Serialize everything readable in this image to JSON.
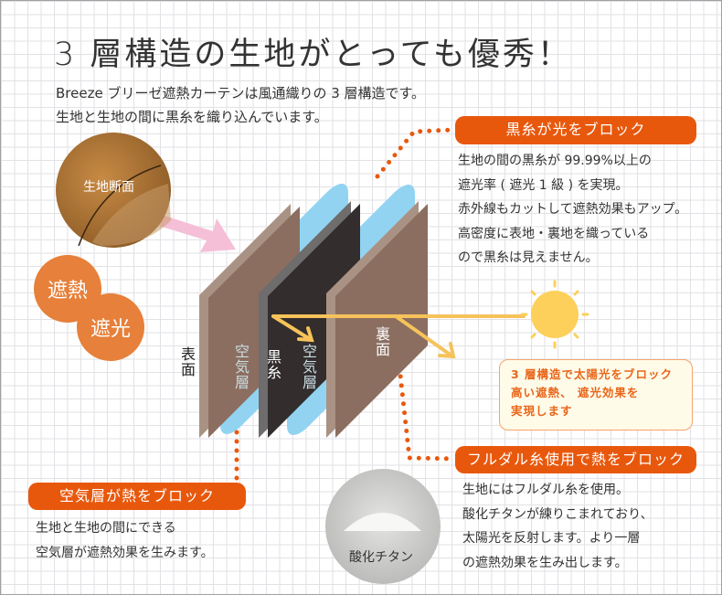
{
  "title": "3 層構造の生地がとっても優秀！",
  "subtitle": [
    "Breeze ブリーゼ遮熱カーテンは風通織りの 3 層構造です。",
    "生地と生地の間に黒糸を織り込んでいます。"
  ],
  "photo_fabric": {
    "label": "生地断面"
  },
  "badges": [
    "遮熱",
    "遮光"
  ],
  "layers": {
    "front": "表面",
    "air1": "空気層",
    "black": "黒糸",
    "air2": "空気層",
    "back": "裏面"
  },
  "black_thread": {
    "heading": "黒糸が光をブロック",
    "lines": [
      "生地の間の黒糸が 99.99%以上の",
      "遮光率 ( 遮光 1 級 ) を実現。",
      "赤外線もカットして遮熱効果もアップ。",
      "高密度に表地・裏地を織っている",
      "ので黒糸は見えません。"
    ]
  },
  "callout": {
    "lines": [
      "3 層構造で太陽光をブロック",
      "高い遮熱、 遮光効果を",
      "実現します"
    ]
  },
  "air_layer": {
    "heading": "空気層が熱をブロック",
    "lines": [
      "生地と生地の間にできる",
      "空気層が遮熱効果を生みます。"
    ]
  },
  "fulda": {
    "heading": "フルダル糸使用で熱をブロック",
    "lines": [
      "生地にはフルダル糸を使用。",
      "酸化チタンが練りこまれており、",
      "太陽光を反射します。より一層",
      "の遮熱効果を生み出します。"
    ]
  },
  "photo_titanium": {
    "label": "酸化チタン"
  },
  "colors": {
    "accent": "#e8580c",
    "badge": "#e6803a",
    "sun": "#fcd05a",
    "air": "#92d3f2"
  }
}
